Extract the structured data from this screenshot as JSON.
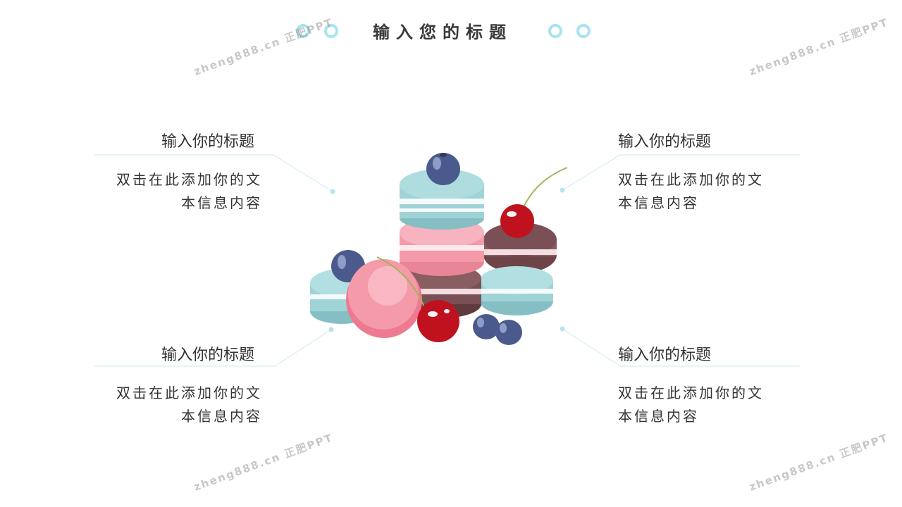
{
  "slide": {
    "title": "输入您的标题",
    "accent_color": "#a8e4ee",
    "line_color": "#d6eef2"
  },
  "blocks": [
    {
      "id": "top-left",
      "title": "输入你的标题",
      "text_line1": "双击在此添加你的文",
      "text_line2": "本信息内容"
    },
    {
      "id": "top-right",
      "title": "输入你的标题",
      "text_line1": "双击在此添加你的文",
      "text_line2": "本信息内容"
    },
    {
      "id": "bottom-left",
      "title": "输入你的标题",
      "text_line1": "双击在此添加你的文",
      "text_line2": "本信息内容"
    },
    {
      "id": "bottom-right",
      "title": "输入你的标题",
      "text_line1": "双击在此添加你的文",
      "text_line2": "本信息内容"
    }
  ],
  "watermarks": [
    "zheng888.cn 正肥PPT",
    "zheng888.cn 正肥PPT",
    "zheng888.cn 正肥PPT",
    "zheng888.cn 正肥PPT"
  ],
  "illustration": {
    "icon": "macaron-stack-illustration",
    "colors": {
      "mint": "#9fd3d6",
      "pink": "#f49aa9",
      "brown": "#7a4f55",
      "cherry": "#c0121e",
      "blueberry": "#4b5a8c"
    }
  }
}
